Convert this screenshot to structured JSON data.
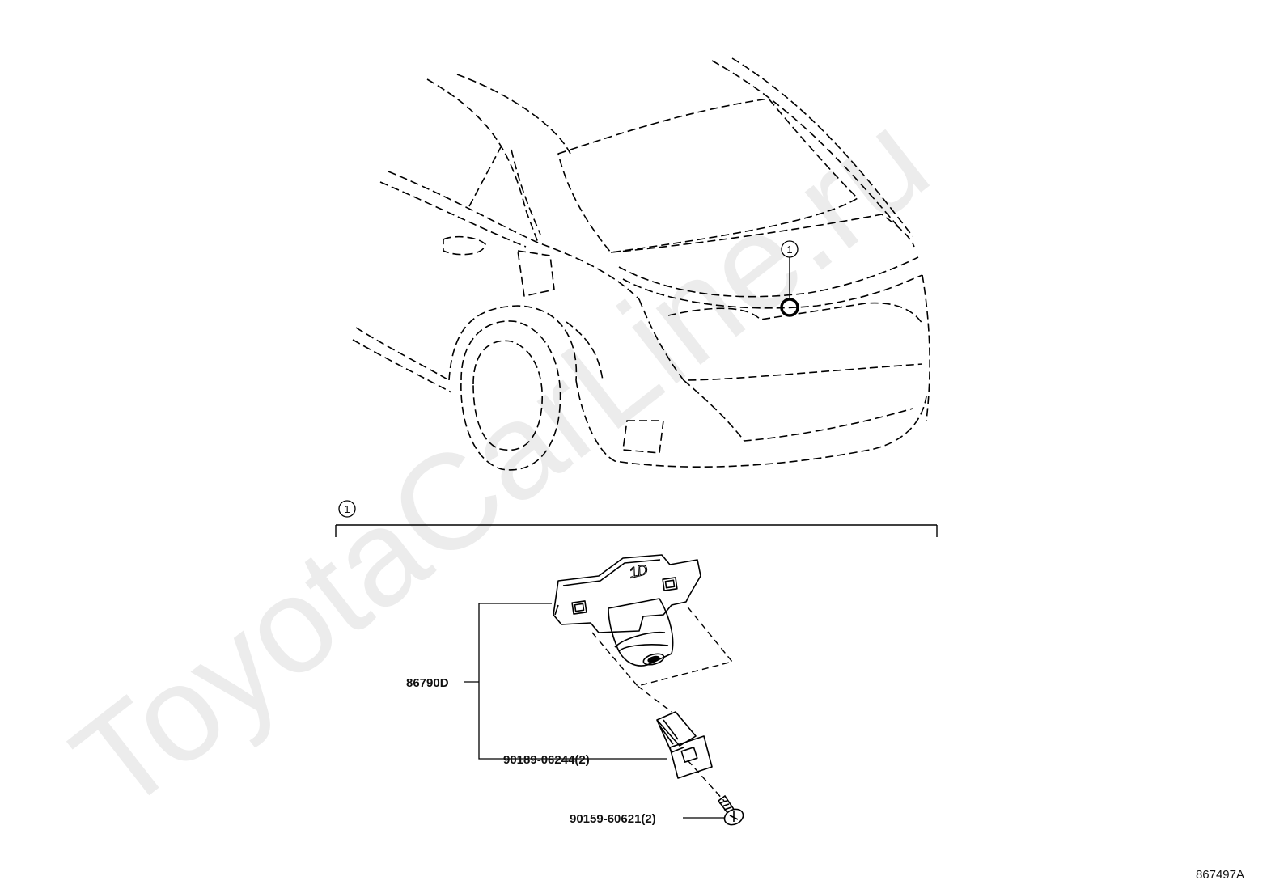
{
  "watermark": "ToyotaCarLine.ru",
  "callout_number": "1",
  "module_plate_marking": "1D",
  "parts": {
    "camera": "86790D",
    "clip": "90189-06244(2)",
    "screw": "90159-60621(2)"
  },
  "figure_code": "867497A"
}
